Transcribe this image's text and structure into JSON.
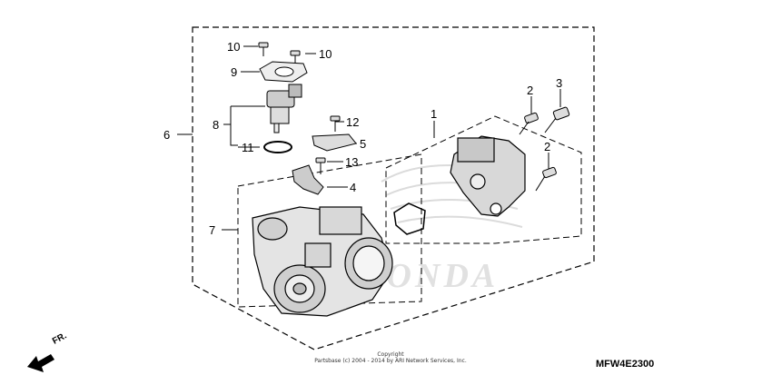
{
  "callouts": [
    {
      "id": "c1",
      "label": "1"
    },
    {
      "id": "c2a",
      "label": "2"
    },
    {
      "id": "c2b",
      "label": "2"
    },
    {
      "id": "c3",
      "label": "3"
    },
    {
      "id": "c4",
      "label": "4"
    },
    {
      "id": "c5",
      "label": "5"
    },
    {
      "id": "c6",
      "label": "6"
    },
    {
      "id": "c7",
      "label": "7"
    },
    {
      "id": "c8",
      "label": "8"
    },
    {
      "id": "c9",
      "label": "9"
    },
    {
      "id": "c10a",
      "label": "10"
    },
    {
      "id": "c10b",
      "label": "10"
    },
    {
      "id": "c11",
      "label": "11"
    },
    {
      "id": "c12",
      "label": "12"
    },
    {
      "id": "c13",
      "label": "13"
    }
  ],
  "watermark": "HONDA",
  "front_arrow": "FR.",
  "copyright_line1": "Copyright",
  "copyright_line2": "Partsbase (c) 2004 - 2014 by ARI Network Services, Inc.",
  "diagram_code": "MFW4E2300"
}
